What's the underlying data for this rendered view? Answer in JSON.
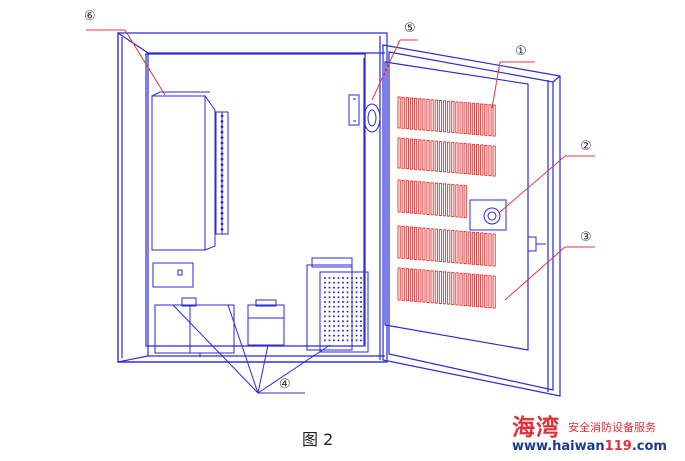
{
  "figure": {
    "caption": "图 2"
  },
  "callouts": [
    {
      "id": "door",
      "label": "①"
    },
    {
      "id": "lock",
      "label": "②"
    },
    {
      "id": "hinge-handle",
      "label": "③"
    },
    {
      "id": "terminals",
      "label": "④"
    },
    {
      "id": "hinge-top",
      "label": "⑤"
    },
    {
      "id": "control-module",
      "label": "⑥"
    }
  ],
  "watermark": {
    "brand": "海湾",
    "slogan": "安全消防设备服务",
    "url_prefix": "www.haiwan",
    "url_number": "119",
    "url_suffix": ".com"
  },
  "colors": {
    "line": "#2a2ad8",
    "vent": "#e23030",
    "leader": "#e03a3a",
    "watermark_red": "#e0303a",
    "watermark_blue": "#1f3a8a"
  }
}
